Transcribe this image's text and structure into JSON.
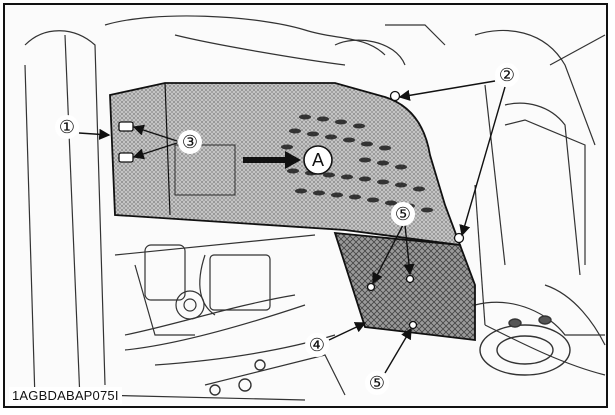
{
  "figure": {
    "code": "1AGBDABAP075I",
    "callouts": [
      {
        "id": "c1",
        "label": "①"
      },
      {
        "id": "c2",
        "label": "②"
      },
      {
        "id": "c3",
        "label": "③"
      },
      {
        "id": "c4",
        "label": "④"
      },
      {
        "id": "c5a",
        "label": "⑤"
      },
      {
        "id": "c5b",
        "label": "⑤"
      }
    ],
    "view_arrow": {
      "label": "A"
    }
  },
  "colors": {
    "ink": "#111111",
    "panel_fill": "#bdbdbd",
    "grille_fill": "#8a8a8a",
    "background": "#fbfbfb"
  }
}
